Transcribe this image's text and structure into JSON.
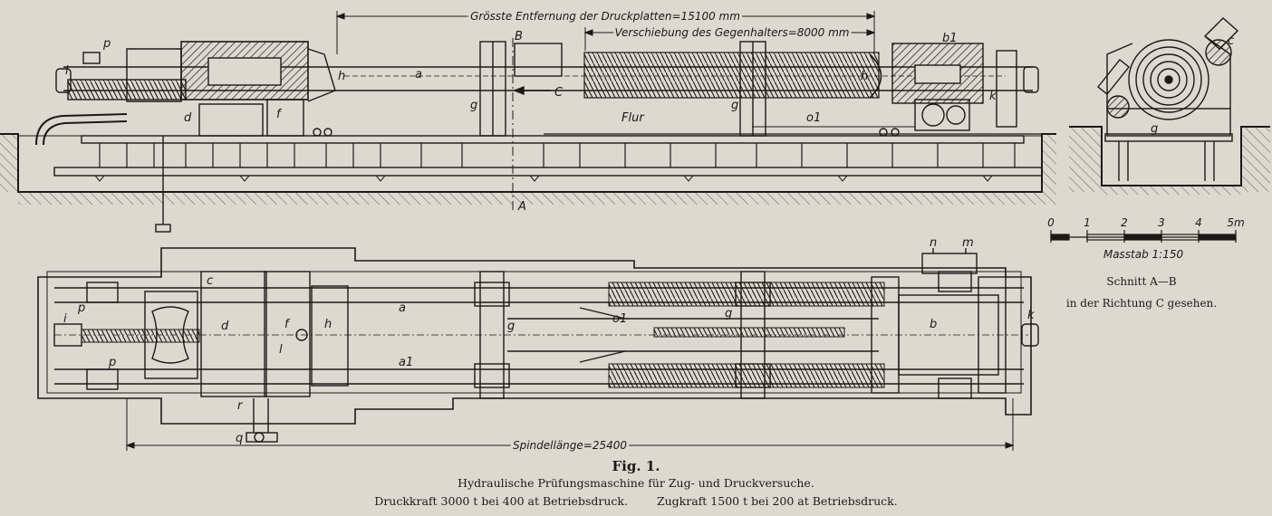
{
  "figure": {
    "title": "Fig. 1.",
    "caption_line1": "Hydraulische Prüfungsmaschine für Zug- und Druckversuche.",
    "caption_druck": "Druckkraft 3000 t bei 400 at Betriebsdruck.",
    "caption_zug": "Zugkraft 1500 t bei 200 at Betriebsdruck."
  },
  "dimensions": {
    "groesste_entfernung": "Grösste Entfernung der Druckplatten=15100 mm",
    "verschiebung": "Verschiebung des Gegenhalters=8000 mm",
    "spindellaenge": "Spindellänge=25400"
  },
  "scale": {
    "label": "Masstab 1:150",
    "ticks": [
      "0",
      "1",
      "2",
      "3",
      "4",
      "5m"
    ]
  },
  "section": {
    "title": "Schnitt A—B",
    "subtitle": "in der Richtung C gesehen."
  },
  "elevation_labels": {
    "p": "p",
    "i": "i",
    "d": "d",
    "f": "f",
    "h_left": "h",
    "a": "a",
    "g_left": "g",
    "B": "B",
    "C": "C",
    "A": "A",
    "flur": "Flur",
    "g_right": "g",
    "o1": "o1",
    "h_right": "h",
    "b1": "b1",
    "k": "k"
  },
  "section_labels": {
    "c": "c",
    "g": "g"
  },
  "plan_labels": {
    "p_top": "p",
    "p_bottom": "p",
    "i": "i",
    "c": "c",
    "d": "d",
    "f": "f",
    "h": "h",
    "l": "l",
    "a": "a",
    "a1": "a1",
    "g_left": "g",
    "o1": "o1",
    "g_right": "g",
    "n": "n",
    "m": "m",
    "b": "b",
    "k": "k",
    "r": "r",
    "q": "q"
  },
  "colors": {
    "paper": "#dcd9d0",
    "ink": "#1b1a18",
    "bleed": "#a9a59b"
  }
}
